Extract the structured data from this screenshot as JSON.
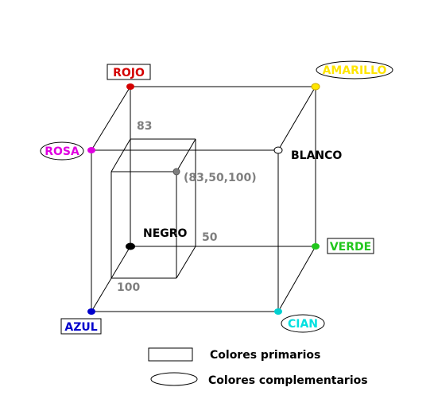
{
  "corners": {
    "red": {
      "label": "ROJO",
      "color": "#d40000"
    },
    "yellow": {
      "label": "AMARILLO",
      "color": "#ffe600"
    },
    "magenta": {
      "label": "ROSA",
      "color": "#e000e0"
    },
    "white": {
      "label": "BLANCO",
      "color": "#000000"
    },
    "black": {
      "label": "NEGRO",
      "color": "#000000"
    },
    "green": {
      "label": "VERDE",
      "color": "#21c61c"
    },
    "blue": {
      "label": "AZUL",
      "color": "#0000cc"
    },
    "cyan": {
      "label": "CIAN",
      "color": "#00e0e0"
    }
  },
  "annotations": {
    "r_value": "83",
    "g_value": "50",
    "b_value": "100",
    "point": "(83,50,100)"
  },
  "legend": {
    "primary": "Colores primarios",
    "complementary": "Colores complementarios"
  }
}
